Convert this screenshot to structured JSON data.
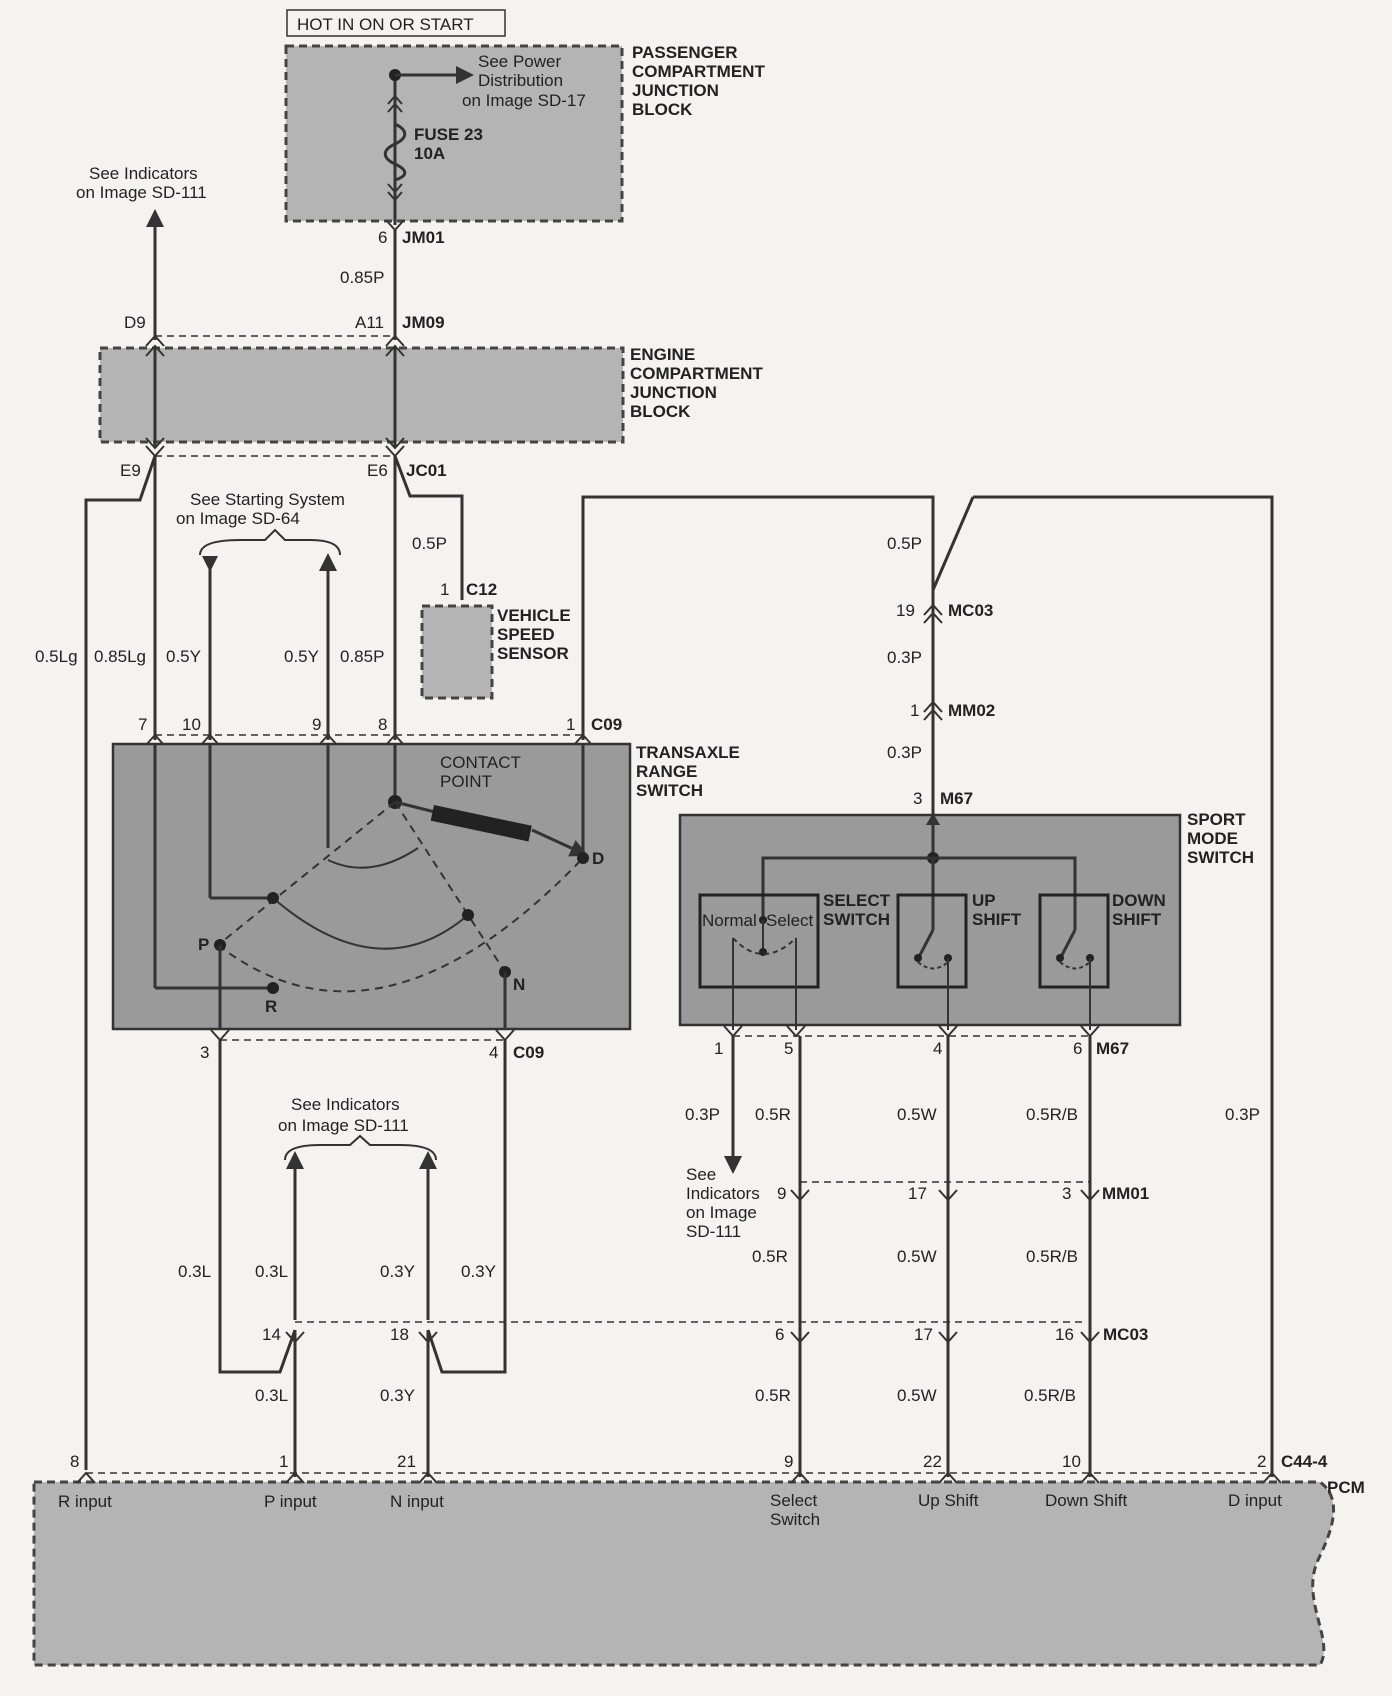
{
  "header": {
    "hot": "HOT IN ON OR START"
  },
  "pcjb": {
    "name": [
      "PASSENGER",
      "COMPARTMENT",
      "JUNCTION",
      "BLOCK"
    ],
    "see": [
      "See Power",
      "Distribution",
      "on Image SD-17"
    ],
    "fuse": [
      "FUSE 23",
      "10A"
    ]
  },
  "indicators_top": [
    "See Indicators",
    "on Image SD-111"
  ],
  "ecjb": {
    "name": [
      "ENGINE",
      "COMPARTMENT",
      "JUNCTION",
      "BLOCK"
    ]
  },
  "starting": [
    "See Starting System",
    "on Image SD-64"
  ],
  "vss": {
    "name": [
      "VEHICLE",
      "SPEED",
      "SENSOR"
    ]
  },
  "trs": {
    "name": [
      "TRANSAXLE",
      "RANGE",
      "SWITCH"
    ],
    "contact": [
      "CONTACT",
      "POINT"
    ],
    "positions": {
      "p": "P",
      "r": "R",
      "n": "N",
      "d": "D"
    }
  },
  "sms": {
    "name": [
      "SPORT",
      "MODE",
      "SWITCH"
    ],
    "select": [
      "SELECT",
      "SWITCH"
    ],
    "normal": "Normal",
    "select_pos": "Select",
    "up": [
      "UP",
      "SHIFT"
    ],
    "down": [
      "DOWN",
      "SHIFT"
    ]
  },
  "indicators_mid": [
    "See Indicators",
    "on Image SD-111"
  ],
  "indicators_side": [
    "See",
    "Indicators",
    "on Image",
    "SD-111"
  ],
  "pcm": {
    "name": "PCM",
    "inputs": {
      "r": "R input",
      "p": "P input",
      "n": "N input",
      "select": [
        "Select",
        "Switch"
      ],
      "up": "Up Shift",
      "down": "Down Shift",
      "d": "D input"
    }
  },
  "connectors": {
    "jm01": "JM01",
    "jm09": "JM09",
    "jc01": "JC01",
    "c12": "C12",
    "c09a": "C09",
    "c09b": "C09",
    "mc03a": "MC03",
    "mm02": "MM02",
    "m67a": "M67",
    "m67b": "M67",
    "mm01": "MM01",
    "mc03b": "MC03",
    "c444": "C44-4"
  },
  "pins": {
    "jm01_6": "6",
    "jm09_d9": "D9",
    "jm09_a11": "A11",
    "jc01_e9": "E9",
    "jc01_e6": "E6",
    "c12_1": "1",
    "c09_7": "7",
    "c09_10": "10",
    "c09_9": "9",
    "c09_8": "8",
    "c09_1": "1",
    "c09_3": "3",
    "c09_4": "4",
    "mc03_19": "19",
    "mm02_1": "1",
    "m67_3": "3",
    "m67_1": "1",
    "m67_5": "5",
    "m67_4": "4",
    "m67_6": "6",
    "mm01_9": "9",
    "mm01_17": "17",
    "mm01_3": "3",
    "mc03_14": "14",
    "mc03_18": "18",
    "mc03_6": "6",
    "mc03_17": "17",
    "mc03_16": "16",
    "pcm_8": "8",
    "pcm_1": "1",
    "pcm_21": "21",
    "pcm_9": "9",
    "pcm_22": "22",
    "pcm_10": "10",
    "pcm_2": "2"
  },
  "wires": {
    "w085p_a": "0.85P",
    "w05lg": "0.5Lg",
    "w085lg": "0.85Lg",
    "w05y_a": "0.5Y",
    "w05y_b": "0.5Y",
    "w085p_b": "0.85P",
    "w05p_a": "0.5P",
    "w05p_b": "0.5P",
    "w03p_a": "0.3P",
    "w03p_b": "0.3P",
    "w03p_c": "0.3P",
    "w05r_a": "0.5R",
    "w05w_a": "0.5W",
    "w05rb_a": "0.5R/B",
    "w03p_d": "0.3P",
    "w05r_b": "0.5R",
    "w05w_b": "0.5W",
    "w05rb_b": "0.5R/B",
    "w03l_a": "0.3L",
    "w03l_b": "0.3L",
    "w03y_a": "0.3Y",
    "w03y_b": "0.3Y",
    "w05r_c": "0.5R",
    "w05w_c": "0.5W",
    "w05rb_c": "0.5R/B",
    "w03l_c": "0.3L",
    "w03y_c": "0.3Y"
  }
}
